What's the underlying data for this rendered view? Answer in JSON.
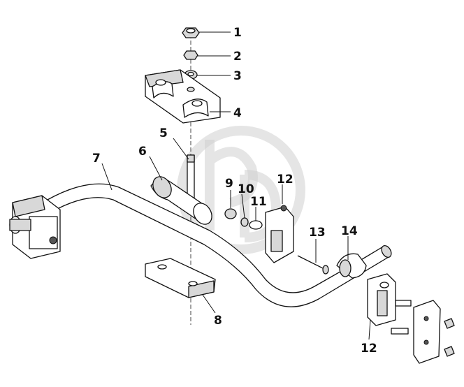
{
  "callouts": [
    {
      "id": "c1",
      "text": "1"
    },
    {
      "id": "c2",
      "text": "2"
    },
    {
      "id": "c3",
      "text": "3"
    },
    {
      "id": "c4",
      "text": "4"
    },
    {
      "id": "c5",
      "text": "5"
    },
    {
      "id": "c6",
      "text": "6"
    },
    {
      "id": "c7",
      "text": "7"
    },
    {
      "id": "c8",
      "text": "8"
    },
    {
      "id": "c9",
      "text": "9"
    },
    {
      "id": "c10",
      "text": "10"
    },
    {
      "id": "c11",
      "text": "11"
    },
    {
      "id": "c12a",
      "text": "12"
    },
    {
      "id": "c13",
      "text": "13"
    },
    {
      "id": "c14",
      "text": "14"
    },
    {
      "id": "c12b",
      "text": "12"
    }
  ],
  "colors": {
    "line": "#111111",
    "watermark": "#cfcfcf",
    "background": "#ffffff"
  }
}
